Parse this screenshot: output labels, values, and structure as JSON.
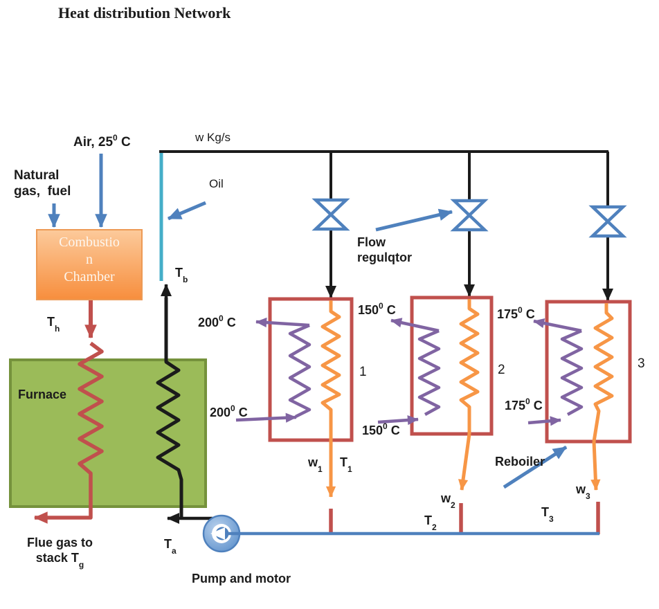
{
  "title": "Heat distribution Network",
  "colors": {
    "ink": "#1b1b1b",
    "blue": "#4f81bd",
    "cyan": "#44aec8",
    "red": "#c0504d",
    "orange": "#f79646",
    "purple": "#8064a2",
    "green_fill": "#9bbb59",
    "green_border": "#75923c"
  },
  "top": {
    "flow_label": "w Kg/s",
    "oil_label": "Oil"
  },
  "inputs": {
    "air": {
      "base": "Air, 25",
      "sup": "0",
      "unit": " C"
    },
    "fuel_line1": "Natural",
    "fuel_line2": "gas,  fuel"
  },
  "combustion_chamber": {
    "line1": "Combustio",
    "line2": "n",
    "line3": "Chamber"
  },
  "furnace": {
    "label": "Furnace"
  },
  "flue": {
    "line1": "Flue gas to",
    "line2_base": "stack T",
    "line2_sub": "g"
  },
  "temps": {
    "t_h": {
      "base": "T",
      "sub": "h"
    },
    "t_b": {
      "base": "T",
      "sub": "b"
    },
    "t_a": {
      "base": "T",
      "sub": "a"
    }
  },
  "flow_regulator": {
    "line1": "Flow",
    "line2": "regulqtor"
  },
  "reboiler": {
    "label": "Reboiler"
  },
  "pump": {
    "label": "Pump and motor"
  },
  "exchangers": [
    {
      "id": "1",
      "temp_out": {
        "base": "200",
        "sup": "0",
        "unit": " C"
      },
      "temp_in": {
        "base": "200",
        "sup": "0",
        "unit": " C"
      },
      "w": {
        "base": "w",
        "sub": "1"
      },
      "t": {
        "base": "T",
        "sub": "1"
      }
    },
    {
      "id": "2",
      "temp_out": {
        "base": "150",
        "sup": "0",
        "unit": " C"
      },
      "temp_in": {
        "base": "150",
        "sup": "0",
        "unit": " C"
      },
      "w": {
        "base": "w",
        "sub": "2"
      },
      "t": {
        "base": "T",
        "sub": "2"
      }
    },
    {
      "id": "3",
      "temp_out": {
        "base": "175",
        "sup": "0",
        "unit": " C"
      },
      "temp_in": {
        "base": "175",
        "sup": "0",
        "unit": " C"
      },
      "w": {
        "base": "w",
        "sub": "3"
      },
      "t": {
        "base": "T",
        "sub": "3"
      }
    }
  ]
}
